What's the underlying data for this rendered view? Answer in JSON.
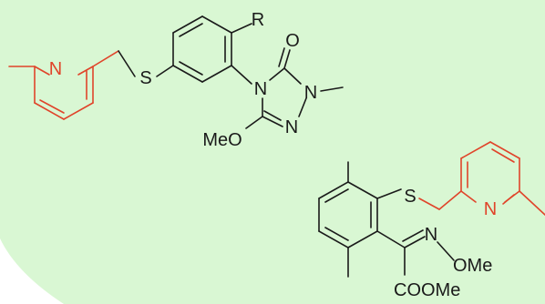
{
  "colors": {
    "background_panel": "#d9f7d3",
    "bond_black": "#1a1a1a",
    "fragment_red": "#e0442a"
  },
  "molecule_top": {
    "atoms": {
      "pyridine_n": "N",
      "sulfur": "S",
      "r_group": "R",
      "carbonyl_o": "O",
      "triazole_n4": "N",
      "triazole_n1": "N",
      "triazole_n2": "N",
      "methoxy": "MeO"
    }
  },
  "molecule_bottom": {
    "atoms": {
      "sulfur": "S",
      "pyridine_n": "N",
      "oxime_n": "N",
      "oxime_ome": "OMe",
      "ester": "COOMe"
    }
  }
}
